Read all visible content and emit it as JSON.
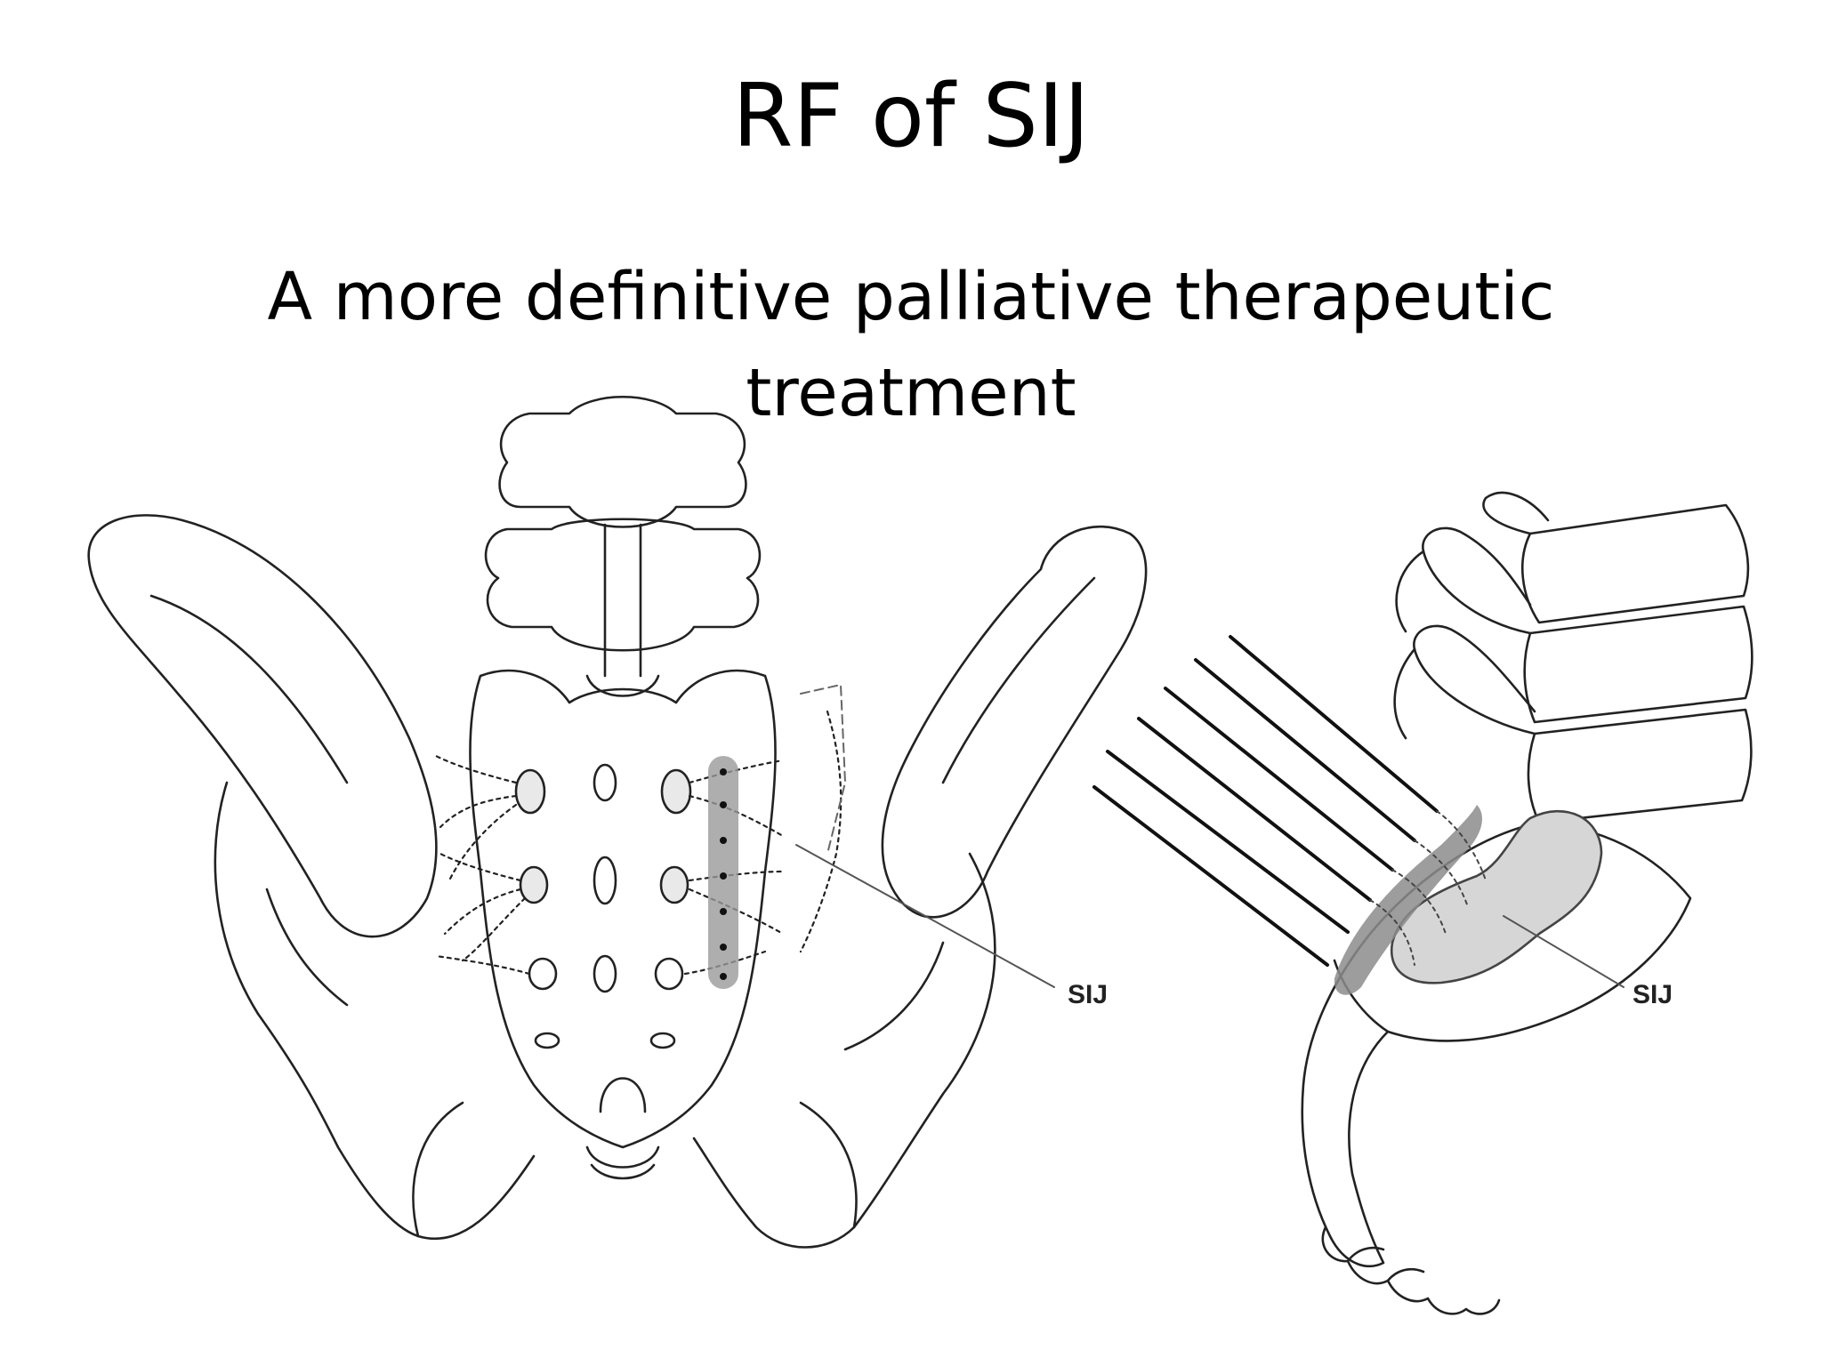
{
  "slide": {
    "title": "RF of SIJ",
    "body": "A more definitive palliative therapeutic treatment"
  },
  "figure": {
    "left_view_label": "SIJ",
    "right_view_label": "SIJ"
  },
  "colors": {
    "line": "#222222",
    "lesion_shade": "#9a9a9a",
    "joint_shade": "#d6d6d6"
  }
}
